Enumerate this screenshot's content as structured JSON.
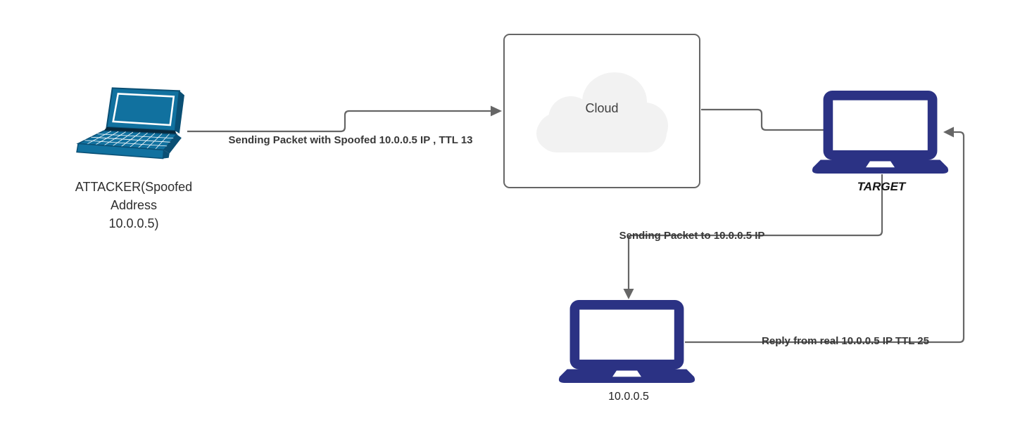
{
  "diagram": {
    "nodes": {
      "attacker": {
        "label_line1": "ATTACKER(Spoofed",
        "label_line2": "Address",
        "label_line3": "10.0.0.5)"
      },
      "cloud": {
        "label": "Cloud"
      },
      "target": {
        "label": "TARGET"
      },
      "real_host": {
        "label": "10.0.0.5"
      }
    },
    "edges": {
      "attacker_to_cloud": {
        "label": "Sending Packet with Spoofed 10.0.0.5 IP , TTL 13"
      },
      "target_to_real_host": {
        "label": "Sending Packet to 10.0.0.5 IP"
      },
      "real_host_to_target": {
        "label": "Reply from real 10.0.0.5 IP TTL 25"
      }
    },
    "colors": {
      "connector_gray": "#666666",
      "box_border_gray": "#666666",
      "laptop_navy": "#2b3284",
      "laptop_teal": "#11719f",
      "laptop_teal_dark": "#0a4f74",
      "cloud_fill": "#f2f2f2",
      "edge_label_text": "#383838",
      "node_label_text": "#2e2e2e"
    }
  }
}
